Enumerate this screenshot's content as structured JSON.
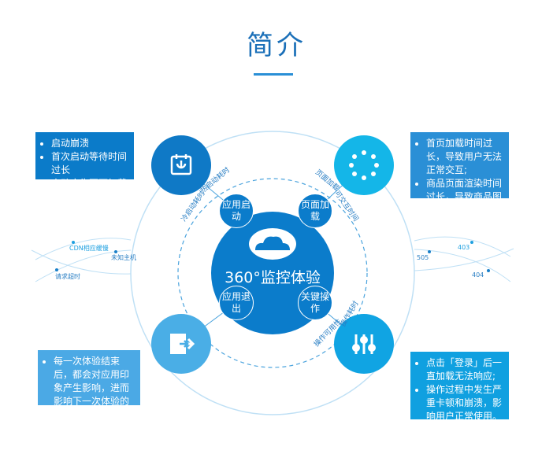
{
  "title": "简介",
  "center": {
    "label": "360°监控体验"
  },
  "nodes": {
    "app_start": "应用启动",
    "page_load": "页面加载",
    "app_exit": "应用退出",
    "key_ops": "关键操作"
  },
  "arc_labels": {
    "cold_start": "冷启动耗时",
    "hot_start": "热启动耗时",
    "page_load": "页面加载",
    "interactive": "可交互时间",
    "op_usability": "操作可用性",
    "op_time": "操作耗时"
  },
  "left_lines": [
    "CDN相应缓慢",
    "未知主机",
    "请求超时"
  ],
  "right_lines": [
    "403",
    "505",
    "404"
  ],
  "boxes": {
    "top_left": [
      "启动崩溃",
      "首次启动等待时间过长",
      "启动广告页面加载缓慢"
    ],
    "top_right": [
      "首页加载时间过长，导致用户无法正常交互;",
      "商品页面渲染时间过长，导致商品图片展示不完整。"
    ],
    "bottom_left": [
      "每一次体验结束后，都会对应用印象产生影响，进而影响下一次体验的客户期望"
    ],
    "bottom_right": [
      "点击「登录」后一直加载无法响应;",
      "操作过程中发生严重卡顿和崩溃，影响用户正常使用。"
    ]
  },
  "colors": {
    "center": "#0b7ccb",
    "top_left": "#0f79c6",
    "top_right": "#14b6e8",
    "bottom_left": "#4aaee6",
    "bottom_right": "#10a4e3"
  }
}
